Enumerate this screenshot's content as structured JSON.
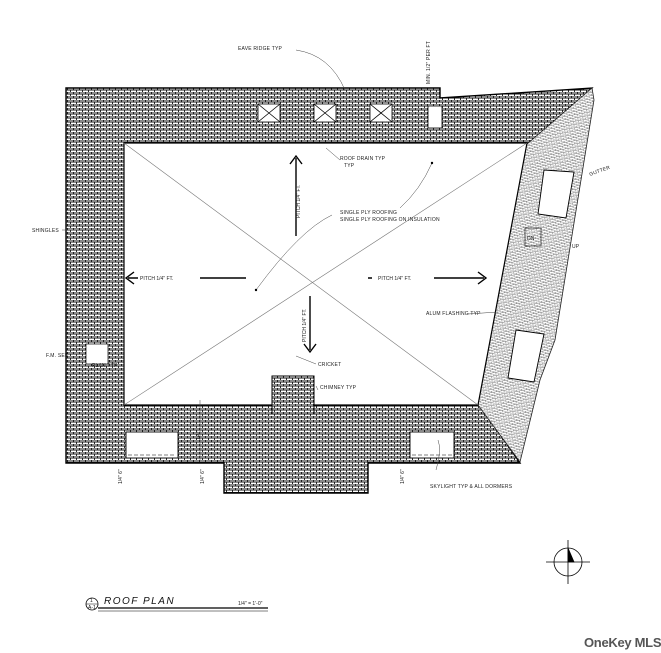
{
  "drawing": {
    "title": "ROOF PLAN",
    "detail_number": "1",
    "sheet_ref": "A-1",
    "scale": "1/4\" = 1'-0\"",
    "watermark": "OneKey MLS"
  },
  "labels": {
    "eave_ridge": "EAVE RIDGE TYP",
    "roof_drain": "ROOF DRAIN TYP",
    "single_ply": "SINGLE PLY ROOFING ON INSULATION",
    "shingles": "SHINGLES",
    "cricket": "CRICKET",
    "chimney": "CHIMNEY TYP",
    "alum_flashing": "ALUM FLASHING TYP",
    "skylight": "SKYLIGHT TYP & ALL DORMERS",
    "note_lt": "F.M. SEE",
    "note_plan": "PLAN TYP",
    "note_top": "MIN. 1/2\" PER FT",
    "tag_gutter": "GUTTER",
    "tag_dn": "DN",
    "tag_up": "UP"
  },
  "slopes": {
    "up": "PITCH 1/4\" FT.",
    "down": "PITCH 1/4\" FT.",
    "left": "PITCH 1/4\" FT.",
    "right": "PITCH 1/4\" FT."
  }
}
